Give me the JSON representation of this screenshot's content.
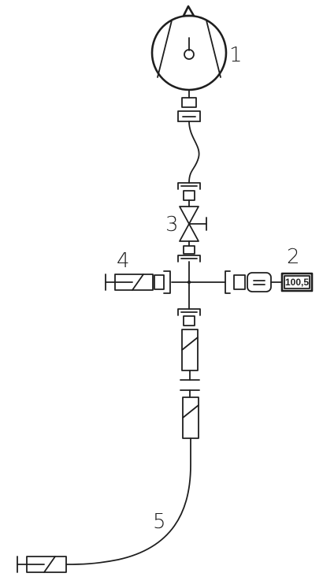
{
  "labels": {
    "pump": "1",
    "gauge": "2",
    "valve": "3",
    "side_fitting": "4",
    "hose": "5"
  },
  "gauge": {
    "reading": "100,5"
  }
}
